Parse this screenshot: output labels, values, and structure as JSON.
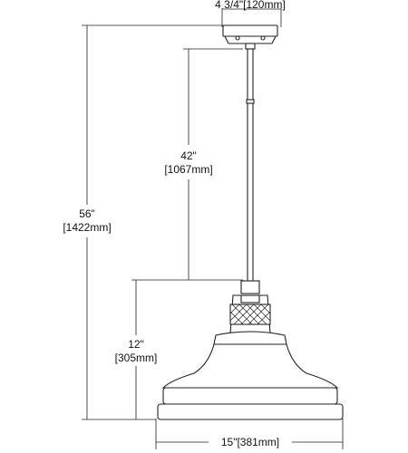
{
  "dimensions": {
    "canopy_width": "4 3/4\"[120mm]",
    "stem_length_in": "42\"",
    "stem_length_mm": "[1067mm]",
    "overall_height_in": "56\"",
    "overall_height_mm": "[1422mm]",
    "shade_height_in": "12\"",
    "shade_height_mm": "[305mm]",
    "shade_width": "15\"[381mm]"
  }
}
